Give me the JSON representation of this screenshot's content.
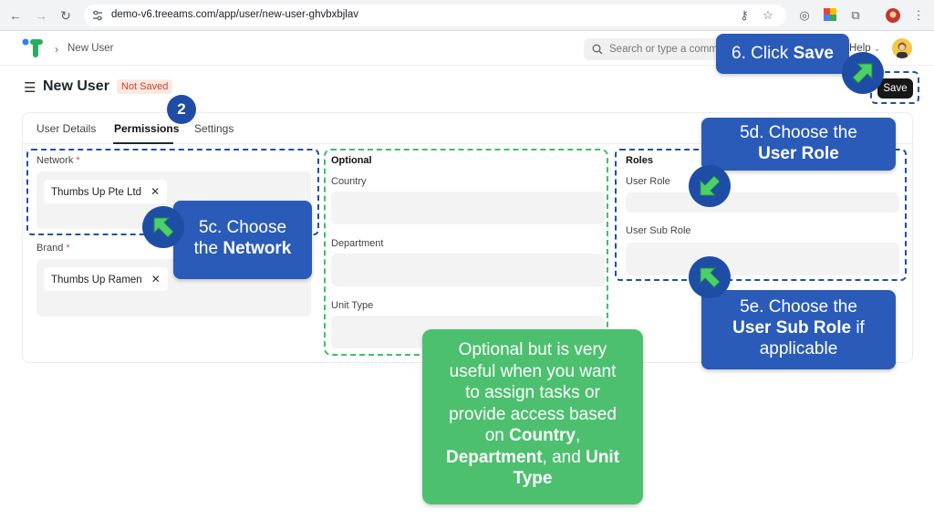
{
  "browser": {
    "url": "demo-v6.treeams.com/app/user/new-user-ghvbxbjlav"
  },
  "header": {
    "breadcrumb": "New User",
    "search_placeholder": "Search or type a command",
    "help_label": "Help"
  },
  "page": {
    "title": "New User",
    "status_badge": "Not Saved",
    "save_label": "Save"
  },
  "tabs": [
    {
      "label": "User Details"
    },
    {
      "label": "Permissions"
    },
    {
      "label": "Settings"
    }
  ],
  "step_marker": "2",
  "form": {
    "network": {
      "label": "Network",
      "value": "Thumbs Up Pte Ltd"
    },
    "brand": {
      "label": "Brand",
      "value": "Thumbs Up Ramen"
    },
    "optional": {
      "title": "Optional",
      "country_label": "Country",
      "department_label": "Department",
      "unit_type_label": "Unit Type"
    },
    "roles": {
      "title": "Roles",
      "user_role_label": "User Role",
      "user_sub_role_label": "User Sub Role"
    }
  },
  "callouts": {
    "save": {
      "prefix": "6. Click ",
      "bold": "Save"
    },
    "network": {
      "line1": "5c. Choose",
      "line2_prefix": "the ",
      "line2_bold": "Network"
    },
    "user_role": {
      "line1": "5d. Choose the",
      "line2_bold": "User Role"
    },
    "sub_role": {
      "line1": "5e. Choose the",
      "line2_bold": "User Sub Role",
      "line2_suffix": " if",
      "line3": "applicable"
    },
    "optional": {
      "line1": "Optional but is very",
      "line2": "useful when you want",
      "line3": "to assign tasks or",
      "line4": "provide access based",
      "line5_prefix": "on ",
      "line5_bold": "Country",
      "line5_suffix": ",",
      "line6_bold": "Department",
      "line6_suffix": ", and ",
      "line6_bold2": "Unit",
      "line7_bold": "Type"
    }
  },
  "colors": {
    "callout_blue": "#2a5bb8",
    "callout_green": "#4cc06f",
    "badge_text": "#c9442d",
    "save_button": "#171717"
  }
}
